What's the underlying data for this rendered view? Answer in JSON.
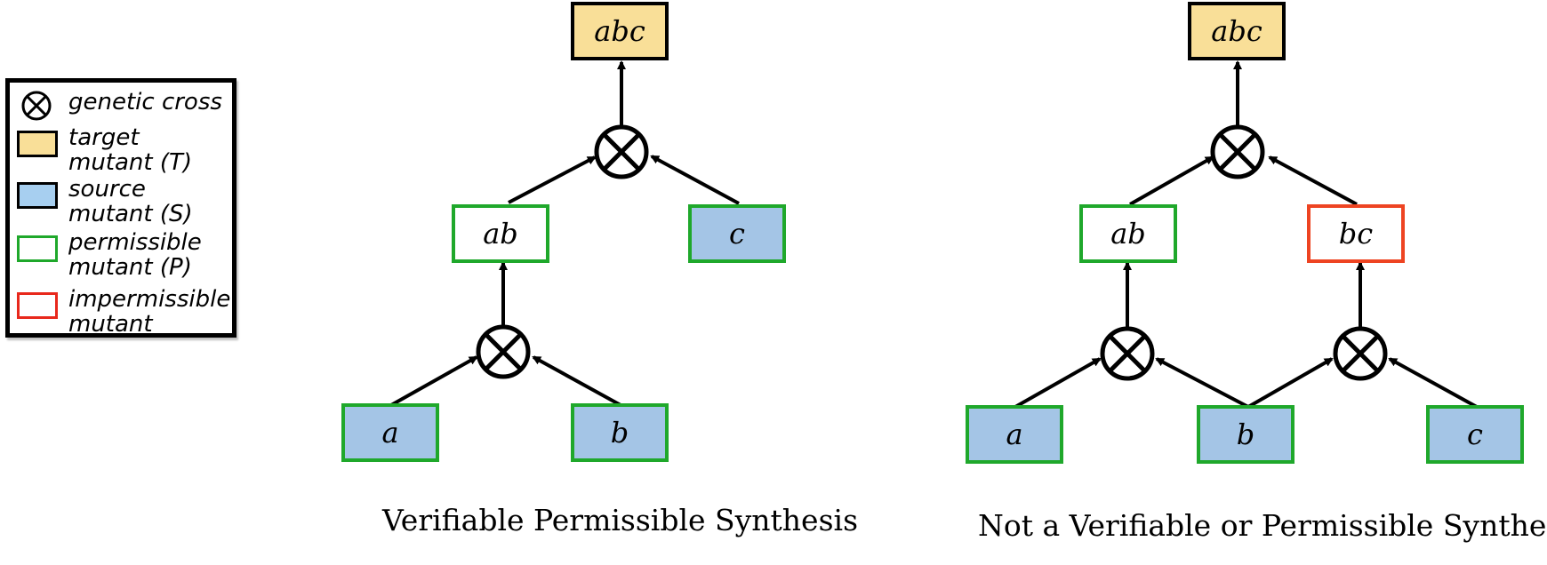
{
  "legend": {
    "cross_label": "genetic cross",
    "target_label": "target\nmutant   (T)",
    "source_label": "source\nmutant   (S)",
    "permissible_label": "permissible\nmutant (P)",
    "impermissible_label": "impermissible\nmutant"
  },
  "left_diagram": {
    "target": "abc",
    "intermediate": "ab",
    "source_c": "c",
    "source_a": "a",
    "source_b": "b",
    "caption": "Verifiable Permissible Synthesis"
  },
  "right_diagram": {
    "target": "abc",
    "intermediate_ab": "ab",
    "intermediate_bc": "bc",
    "source_a": "a",
    "source_b": "b",
    "source_c": "c",
    "caption": "Not a Verifiable or Permissible Synthesis"
  },
  "colors": {
    "target_fill": "#f9df98",
    "source_fill": "#a4c5e6",
    "permissible_border": "#1fa82b",
    "impermissible_border": "#ee4422"
  },
  "icons": {
    "cross": "circle-times-icon"
  }
}
